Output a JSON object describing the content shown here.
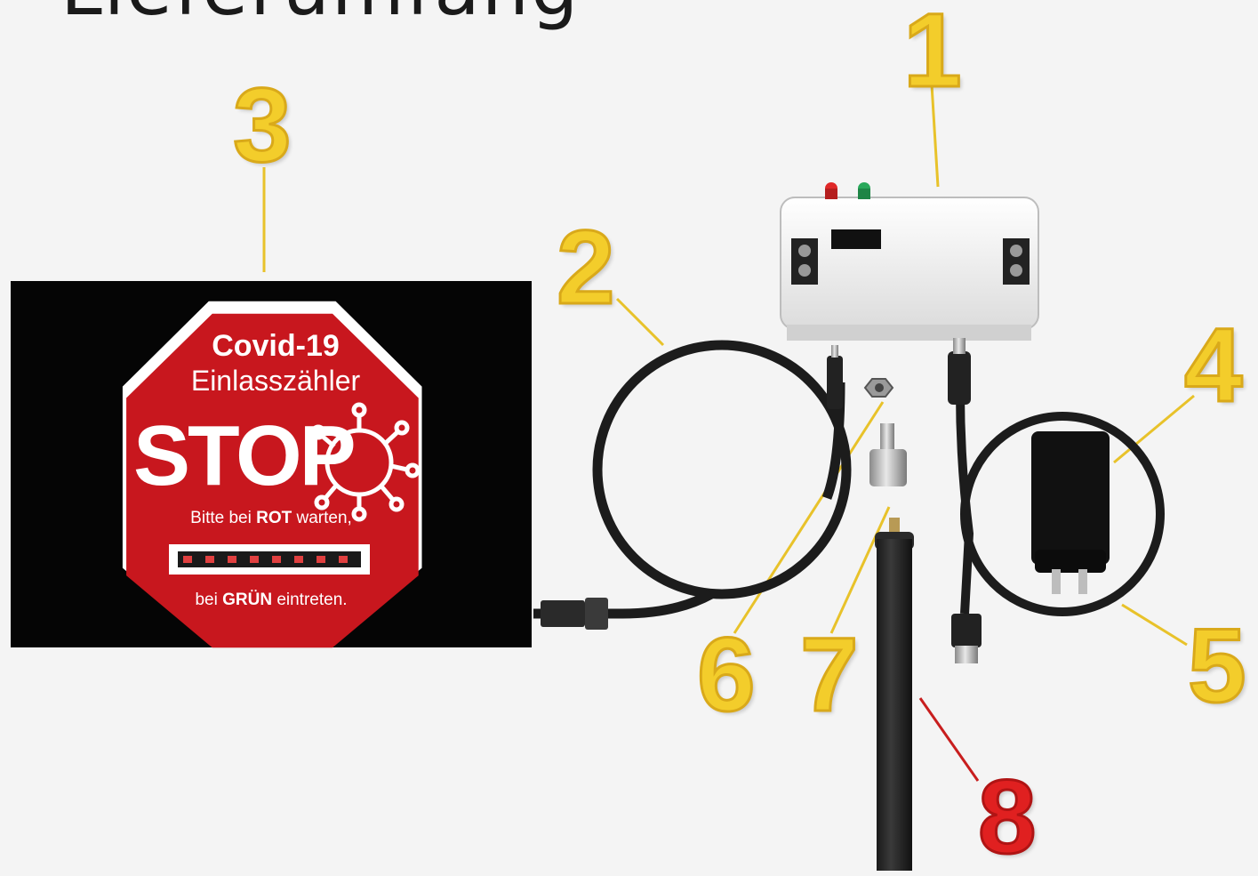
{
  "title": "Lieferumfang",
  "callouts": {
    "n1": "1",
    "n2": "2",
    "n3": "3",
    "n4": "4",
    "n5": "5",
    "n6": "6",
    "n7": "7",
    "n8": "8"
  },
  "sign": {
    "line1": "Covid-19",
    "line2": "Einlasszähler",
    "stop": "STOP",
    "wait_pre": "Bitte bei ",
    "wait_bold": "ROT",
    "wait_post": " warten,",
    "enter_pre": "bei ",
    "enter_bold": "GRÜN",
    "enter_post": " eintreten."
  },
  "colors": {
    "callout": "#f3cd2b",
    "callout_alt": "#e02020",
    "sign_red": "#c8171e",
    "display_black": "#050505"
  }
}
